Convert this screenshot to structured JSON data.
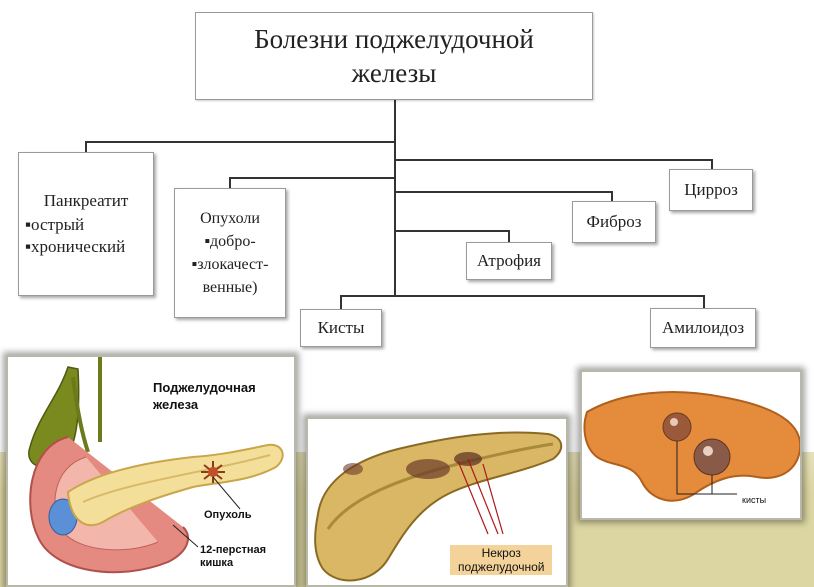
{
  "title": {
    "line1": "Болезни поджелудочной",
    "line2": "железы"
  },
  "categories": {
    "pancreatitis": {
      "heading": "Панкреатит",
      "items": [
        "▪острый",
        "▪хронический"
      ]
    },
    "tumors": {
      "lines": [
        "Опухоли",
        "▪добро-",
        "▪злокачест-",
        "венные)"
      ]
    },
    "cysts": "Кисты",
    "atrophy": "Атрофия",
    "fibrosis": "Фиброз",
    "cirrhosis": "Цирроз",
    "amyloidosis": "Амилоидоз"
  },
  "illustrations": {
    "pancreas_anatomy": {
      "heading": [
        "Поджелудочная",
        "железа"
      ],
      "tumor_label": "Опухоль",
      "duodenum_label": [
        "12-перстная",
        "кишка"
      ]
    },
    "necrosis": {
      "label": [
        "Некроз",
        "поджелудочной"
      ]
    },
    "cysts_photo": {
      "label": "кисты"
    }
  }
}
